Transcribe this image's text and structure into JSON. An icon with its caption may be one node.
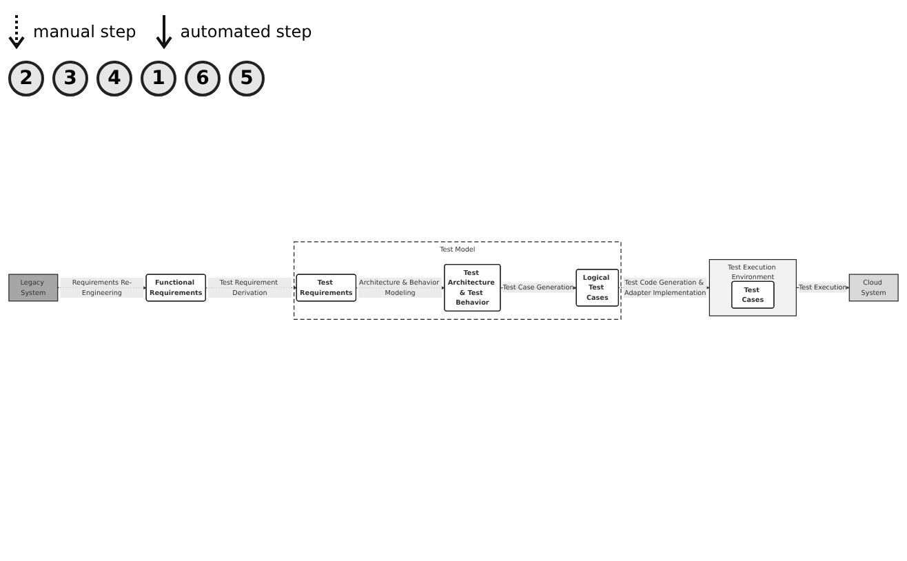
{
  "diagram": {
    "nodes": [
      {
        "text": [
          "Functional Requirements"
        ]
      },
      {
        "text": [
          "Test Model"
        ]
      },
      {
        "text": [
          "Test Requirements"
        ],
        "in": 1
      },
      {
        "text": [
          "Test Architecture & Test Behavior"
        ],
        "in": 1
      },
      {
        "text": [
          "Logical Test Cases"
        ],
        "in": 1
      },
      {
        "text": [
          "Test Execution Environment"
        ]
      },
      {
        "text": [
          "Test Cases"
        ],
        "in": 5
      },
      {
        "text": [
          "Legacy System"
        ]
      },
      {
        "text": [
          "Cloud System"
        ]
      }
    ],
    "edges": [
      {
        "from": 7,
        "to": 0,
        "arrow": "to",
        "style": "dashed",
        "label": "Requirements Re-Engineering"
      },
      {
        "from": 0,
        "to": 2,
        "arrow": "to",
        "style": "dashed",
        "label": "Test Requirement Derivation"
      },
      {
        "from": 2,
        "to": 3,
        "arrow": "to",
        "style": "dashed",
        "label": "Architecture & Behavior Modeling"
      },
      {
        "from": 3,
        "to": 4,
        "arrow": "to",
        "label": "Test Case Generation"
      },
      {
        "from": 4,
        "to": 5,
        "arrow": "to",
        "style": "dashed",
        "label": "Test Code Generation & Adapter Implementation"
      },
      {
        "from": 5,
        "to": 8,
        "arrow": "to",
        "label": "Test Execution"
      }
    ],
    "labels": [
      "2",
      "3",
      "4",
      "1",
      "6",
      "5"
    ],
    "legend": [
      {
        "text": "manual step"
      },
      {
        "text": "automated step"
      }
    ]
  }
}
